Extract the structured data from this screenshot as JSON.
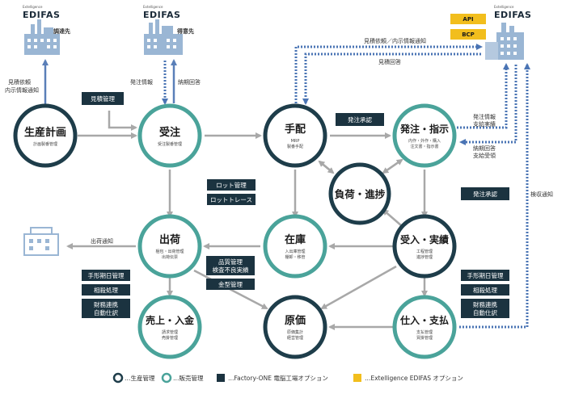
{
  "brands": {
    "small": "Extelligence",
    "name": "EDIFAS",
    "supplier": "調達先",
    "customer": "得意先"
  },
  "options": {
    "api": "API",
    "bcp": "BCP"
  },
  "nodes": {
    "production_plan": {
      "title": "生産計画",
      "sub": "計画製番管理"
    },
    "order_received": {
      "title": "受注",
      "sub": "受注製番管理"
    },
    "arrangement": {
      "title": "手配",
      "sub1": "MRP",
      "sub2": "製番手配"
    },
    "order_instruct": {
      "title": "発注・指示",
      "sub1": "内作・外作・購入",
      "sub2": "注文書・指示書"
    },
    "load_progress": {
      "title": "負荷・進捗"
    },
    "shipping": {
      "title": "出荷",
      "sub1": "梱包・出荷管理",
      "sub2": "出荷伝票"
    },
    "inventory": {
      "title": "在庫",
      "sub1": "入出庫管理",
      "sub2": "棚卸・移管"
    },
    "receiving": {
      "title": "受入・実績",
      "sub1": "工程管理",
      "sub2": "進捗管理"
    },
    "sales_payment": {
      "title": "売上・入金",
      "sub1": "請求管理",
      "sub2": "売掛管理"
    },
    "cost": {
      "title": "原価",
      "sub1": "原価集計",
      "sub2": "経営管理"
    },
    "purchase_pay": {
      "title": "仕入・支払",
      "sub1": "支払管理",
      "sub2": "買掛管理"
    }
  },
  "boxes": {
    "estimate_mgmt": "見積管理",
    "order_approval1": "発注承認",
    "lot_mgmt": "ロット管理",
    "lot_trace": "ロットトレース",
    "order_approval2": "発注承認",
    "bill_mgmt_left": "手形期日管理",
    "offset_left": "相殺処理",
    "fin_left_1": "財務連携",
    "fin_left_2": "自動仕訳",
    "quality_1": "品質管理",
    "quality_2": "検査不良実績",
    "mold_mgmt": "金型管理",
    "bill_mgmt_right": "手形期日管理",
    "offset_right": "相殺処理",
    "fin_right_1": "財務連携",
    "fin_right_2": "自動仕訳"
  },
  "labels": {
    "estimate_req_1": "見積依頼",
    "estimate_req_2": "内示情報通知",
    "order_info": "発注情報",
    "delivery_reply": "納期回答",
    "top_estimate": "見積依頼／内示情報通知",
    "top_estimate_reply": "見積回答",
    "order_info_r1": "発注情報",
    "order_info_r2": "支給実績",
    "delivery_reply_r1": "納期回答",
    "delivery_reply_r2": "支給受領",
    "inspection_notice": "検収通知",
    "shipping_notice": "出荷通知"
  },
  "legend": [
    {
      "label": "…生産管理",
      "type": "ring-dark"
    },
    {
      "label": "…販売管理",
      "type": "ring-teal"
    },
    {
      "label": "…Factory-ONE 電脳工場オプション",
      "type": "square-navy"
    },
    {
      "label": "…Extelligence EDIFAS オプション",
      "type": "square-yellow"
    }
  ],
  "colors": {
    "navy": "#1b3340",
    "dark_ring": "#1e3d4a",
    "teal_ring": "#4aa39a",
    "flow_gray": "#a8a8a8",
    "dotted_blue": "#4a74b4",
    "option_yellow": "#f2be1d",
    "building": "#9ab6d4"
  }
}
